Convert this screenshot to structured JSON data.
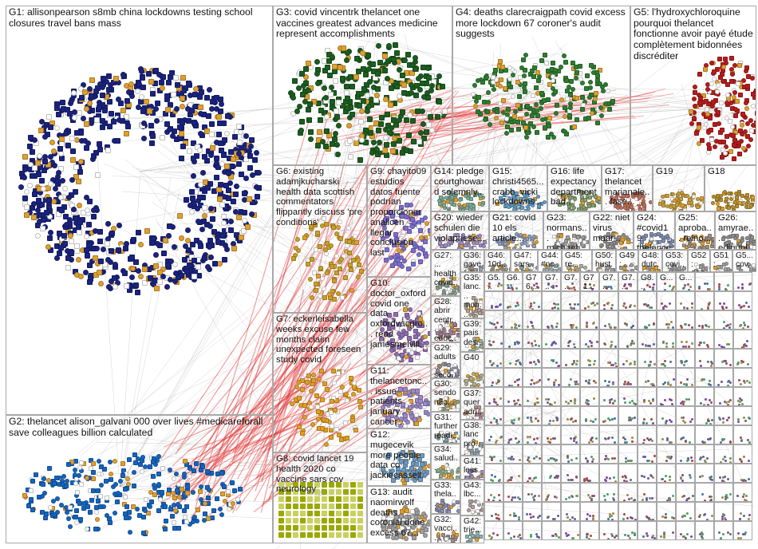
{
  "colors": {
    "G1": "#1a237e",
    "G2": "#1565c0",
    "G3": "#1b5e20",
    "G4": "#2e7d32",
    "G5": "#b71c1c",
    "G6": "#c9a227",
    "G7": "#e0a020",
    "G8": "#9aa800",
    "G9": "#7b6fd0",
    "G10": "#8c6fb0",
    "G11": "#9c89c8",
    "G12": "#6f9ac0",
    "G13": "#a0a0a0",
    "edge_red": "#e03030",
    "edge_grey": "#8a8a8a"
  },
  "groups": [
    {
      "id": "g1",
      "label": "G1: allisonpearson s8mb china lockdowns testing school closures travel bans mass",
      "color": "#1a237e",
      "cls": "l-big"
    },
    {
      "id": "g2",
      "label": "G2: thelancet alison_galvani 000 over lives #medicareforall save colleagues billion calculated",
      "color": "#1565c0",
      "cls": "l-big"
    },
    {
      "id": "g3",
      "label": "G3: covid vincentrk thelancet one vaccines greatest advances medicine represent accomplishments",
      "color": "#1b5e20",
      "cls": "l-big"
    },
    {
      "id": "g4",
      "label": "G4: deaths clarecraigpath covid excess more lockdown 67 coroner's audit suggests",
      "color": "#2e7d32",
      "cls": "l-big"
    },
    {
      "id": "g5",
      "label": "G5: l'hydroxychloroquine pourquoi thelancet fonctionne avoir payé étude complètement bidonnées discréditer",
      "color": "#b71c1c",
      "cls": "l-big"
    },
    {
      "id": "g6",
      "label": "G6: existing adamjkucharski health data scottish commentators flippantly discuss 'pre conditions'",
      "color": "#c9a227",
      "cls": "l-med"
    },
    {
      "id": "g7",
      "label": "G7: eckerleisabella weeks excuse few months claim unexpected foreseen study covid",
      "color": "#e0a020",
      "cls": "l-med"
    },
    {
      "id": "g8",
      "label": "G8: covid lancet 19 health 2020 co vaccine sars cov neurology",
      "color": "#9aa800",
      "cls": "l-med"
    },
    {
      "id": "g9",
      "label": "G9: chayito09 estudios datos fuente podrían proporcionar analicen llegar conclusión last",
      "color": "#7b6fd0",
      "cls": "l-med"
    },
    {
      "id": "g10",
      "label": "G10: doctor_oxford covid one data oxfordvacgro... read jamesmelvill...",
      "color": "#8c6fb0",
      "cls": "l-med"
    },
    {
      "id": "g11",
      "label": "G11: thelancetonc... issue patients january cancer...",
      "color": "#9c89c8",
      "cls": "l-med"
    },
    {
      "id": "g12",
      "label": "G12: mugecevik more people data co jackiecassell...",
      "color": "#6f9ac0",
      "cls": "l-med"
    },
    {
      "id": "g13",
      "label": "G13: audit naomirwolf deaths coronial done excess 67...",
      "color": "#a0a0a0",
      "cls": "l-med"
    },
    {
      "id": "g14",
      "label": "G14: pledge courtghoward solemnly...",
      "color": "#7cab9a",
      "cls": "l-med"
    },
    {
      "id": "g15",
      "label": "G15: christi4565... crabb_vicki lockdowns...",
      "color": "#6aa0c8",
      "cls": "l-med"
    },
    {
      "id": "g16",
      "label": "G16: life expectancy department bad...",
      "color": "#8aa070",
      "cls": "l-med"
    },
    {
      "id": "g17",
      "label": "G17: thelancet marianale... fase...",
      "color": "#c07060",
      "cls": "l-med"
    },
    {
      "id": "g19",
      "label": "G19",
      "color": "#c8a040",
      "cls": "l-med"
    },
    {
      "id": "g18",
      "label": "G18",
      "color": "#b89030",
      "cls": "l-med"
    },
    {
      "id": "g20",
      "label": "G20: wieder schulen die violapriese...",
      "color": "#a090c0",
      "cls": "l-med"
    },
    {
      "id": "g21",
      "label": "G21: covid 10 els article...",
      "color": "#90a0c0",
      "cls": "l-med"
    },
    {
      "id": "g23",
      "label": "G23: normans... michael...",
      "color": "#a0a0a0",
      "cls": "l-med"
    },
    {
      "id": "g22",
      "label": "G22: niet virus maar...",
      "color": "#909090",
      "cls": "l-med"
    },
    {
      "id": "g24",
      "label": "G24: #covid19 thelance...",
      "color": "#8090b0",
      "cls": "l-med"
    },
    {
      "id": "g25",
      "label": "G25: aproba... reino...",
      "color": "#a09080",
      "cls": "l-med"
    },
    {
      "id": "g26",
      "label": "G26: amyrae... edinuni...",
      "color": "#909090",
      "cls": "l-med"
    },
    {
      "id": "g27",
      "label": "G27: ... health covid...",
      "color": "#90a090",
      "cls": "l-small"
    },
    {
      "id": "g28",
      "label": "G28: abrir centr... educ...",
      "color": "#a08090",
      "cls": "l-small"
    },
    {
      "id": "g29",
      "label": "G29: adults ... seco...",
      "color": "#9090a0",
      "cls": "l-small"
    },
    {
      "id": "g30",
      "label": "G30: sendo não...",
      "color": "#a0a080",
      "cls": "l-small"
    },
    {
      "id": "g31",
      "label": "G31: further readi...",
      "color": "#80a0a0",
      "cls": "l-small"
    },
    {
      "id": "g32",
      "label": "G32: vacci...",
      "color": "#a09090",
      "cls": "l-small"
    },
    {
      "id": "g33",
      "label": "G33: thela...",
      "color": "#9090b0",
      "cls": "l-small"
    },
    {
      "id": "g34",
      "label": "G34: salud...",
      "color": "#90b090",
      "cls": "l-small"
    },
    {
      "id": "g35",
      "label": "G35: lanc... mon...",
      "color": "#b0a090",
      "cls": "l-small"
    },
    {
      "id": "g36",
      "label": "G36: gave falk...",
      "color": "#a0a0b0",
      "cls": "l-small"
    },
    {
      "id": "g37",
      "label": "G37: quer adri...",
      "color": "#b09090",
      "cls": "l-small"
    },
    {
      "id": "g38",
      "label": "G38: lanc pro...",
      "color": "#90a0b0",
      "cls": "l-small"
    },
    {
      "id": "g39",
      "label": "G39: pais des...",
      "color": "#a0b0a0",
      "cls": "l-small"
    },
    {
      "id": "g40",
      "label": "G40",
      "color": "#b0b090",
      "cls": "l-small"
    },
    {
      "id": "g41",
      "label": "G41: less...",
      "color": "#a090b0",
      "cls": "l-small"
    },
    {
      "id": "g42",
      "label": "G42: trie...",
      "color": "#90b0b0",
      "cls": "l-small"
    },
    {
      "id": "g43",
      "label": "G43: lbc...",
      "color": "#b0a0a0",
      "cls": "l-small"
    },
    {
      "id": "g44",
      "label": "G44: #nc...",
      "color": "#a0b0b0",
      "cls": "l-small"
    },
    {
      "id": "g45",
      "label": "G45: re...",
      "color": "#b0b0a0",
      "cls": "l-small"
    },
    {
      "id": "g46",
      "label": "G46: 10d...",
      "color": "#a0a090",
      "cls": "l-small"
    },
    {
      "id": "g47",
      "label": "G47: sars...",
      "color": "#90a0a0",
      "cls": "l-small"
    },
    {
      "id": "g48",
      "label": "G48: dutc...",
      "color": "#a0a0a0",
      "cls": "l-small"
    },
    {
      "id": "g49",
      "label": "G49: ...",
      "color": "#a0a0a0",
      "cls": "l-small"
    },
    {
      "id": "g50",
      "label": "G50: hust...",
      "color": "#a0a0a0",
      "cls": "l-small"
    },
    {
      "id": "g51",
      "label": "G51: ow...",
      "color": "#a0a0a0",
      "cls": "l-small"
    },
    {
      "id": "g52",
      "label": "G52: 202...",
      "color": "#a0a0a0",
      "cls": "l-small"
    },
    {
      "id": "g53",
      "label": "G53: covi...",
      "color": "#a0a0a0",
      "cls": "l-small"
    },
    {
      "id": "g5x",
      "label": "G5... cov...",
      "color": "#a0a0a0",
      "cls": "l-small"
    }
  ],
  "small_labels": [
    "G5...",
    "G6...",
    "G76...",
    "G7...",
    "G7...",
    "G71...",
    "G7...",
    "G7...",
    "G8...",
    "G...",
    "G..."
  ]
}
